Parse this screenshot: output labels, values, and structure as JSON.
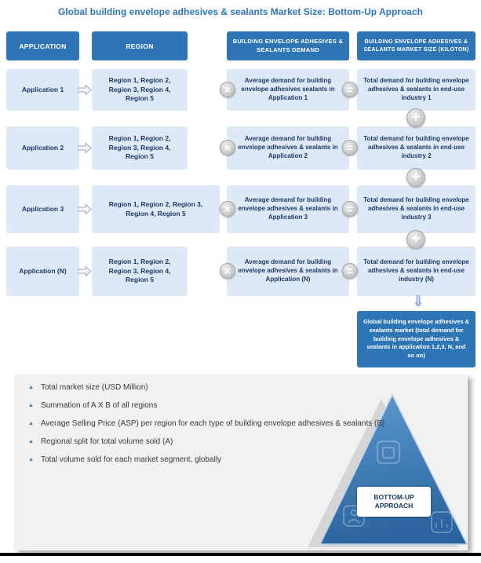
{
  "title": "Global building envelope adhesives & sealants Market Size: Bottom-Up Approach",
  "columns": [
    {
      "label": "APPLICATION"
    },
    {
      "label": "REGION"
    },
    {
      "label": "BUILDING ENVELOPE ADHESIVES & SEALANTS DEMAND"
    },
    {
      "label": "BUILDING ENVELOPE ADHESIVES & SEALANTS MARKET SIZE (KILOTON)"
    }
  ],
  "rows": [
    {
      "application": "Application 1",
      "region": "Region 1, Region 2, Region 3, Region 4, Region 5",
      "demand": "Average demand for building envelope adhesives sealants in Application 1",
      "total": "Total demand for building envelope adhesives & sealants in end-use industry 1"
    },
    {
      "application": "Application 2",
      "region": "Region 1, Region 2, Region 3, Region 4, Region 5",
      "demand": "Average demand for building envelope adhesives & sealants in Application 2",
      "total": "Total demand for building envelope adhesives & sealants in end-use industry 2"
    },
    {
      "application": "Application 3",
      "region": "Region 1, Region 2, Region 3, Region 4, Region 5",
      "demand": "Average demand for building envelope adhesives & sealants in Application 3",
      "total": "Total demand for building envelope adhesives & sealants in end-use industry 3"
    },
    {
      "application": "Application (N)",
      "region": "Region 1, Region 2, Region 3, Region 4, Region 5",
      "demand": "Average demand for building envelope adhesives & sealants in Application (N)",
      "total": "Total demand for building envelope adhesives & sealants in end-use industry (N)"
    }
  ],
  "operators": {
    "multiply": "×",
    "equals": "=",
    "plus": "+",
    "double_down_arrow": "⇓"
  },
  "result_box": {
    "text": "Global building envelope adhesives & sealants market (total demand for building envelope adhesives & sealants in application 1,2,3, N, and so on)"
  },
  "notes": [
    "Total market size (USD Million)",
    "Summation of A X B of all regions",
    "Average Selling Price (ASP) per region for each type of building envelope adhesives & sealants (B)",
    "Regional split for total volume sold (A)",
    "Total volume sold for each market segment, globally"
  ],
  "pyramid": {
    "label": "BOTTOM-UP APPROACH"
  },
  "colors": {
    "accent_blue": "#2E75B6",
    "light_blue": "#DDE9F6",
    "navy_text": "#1F3864",
    "panel_gray": "#F1F1F1",
    "black_bar": "#000000"
  }
}
